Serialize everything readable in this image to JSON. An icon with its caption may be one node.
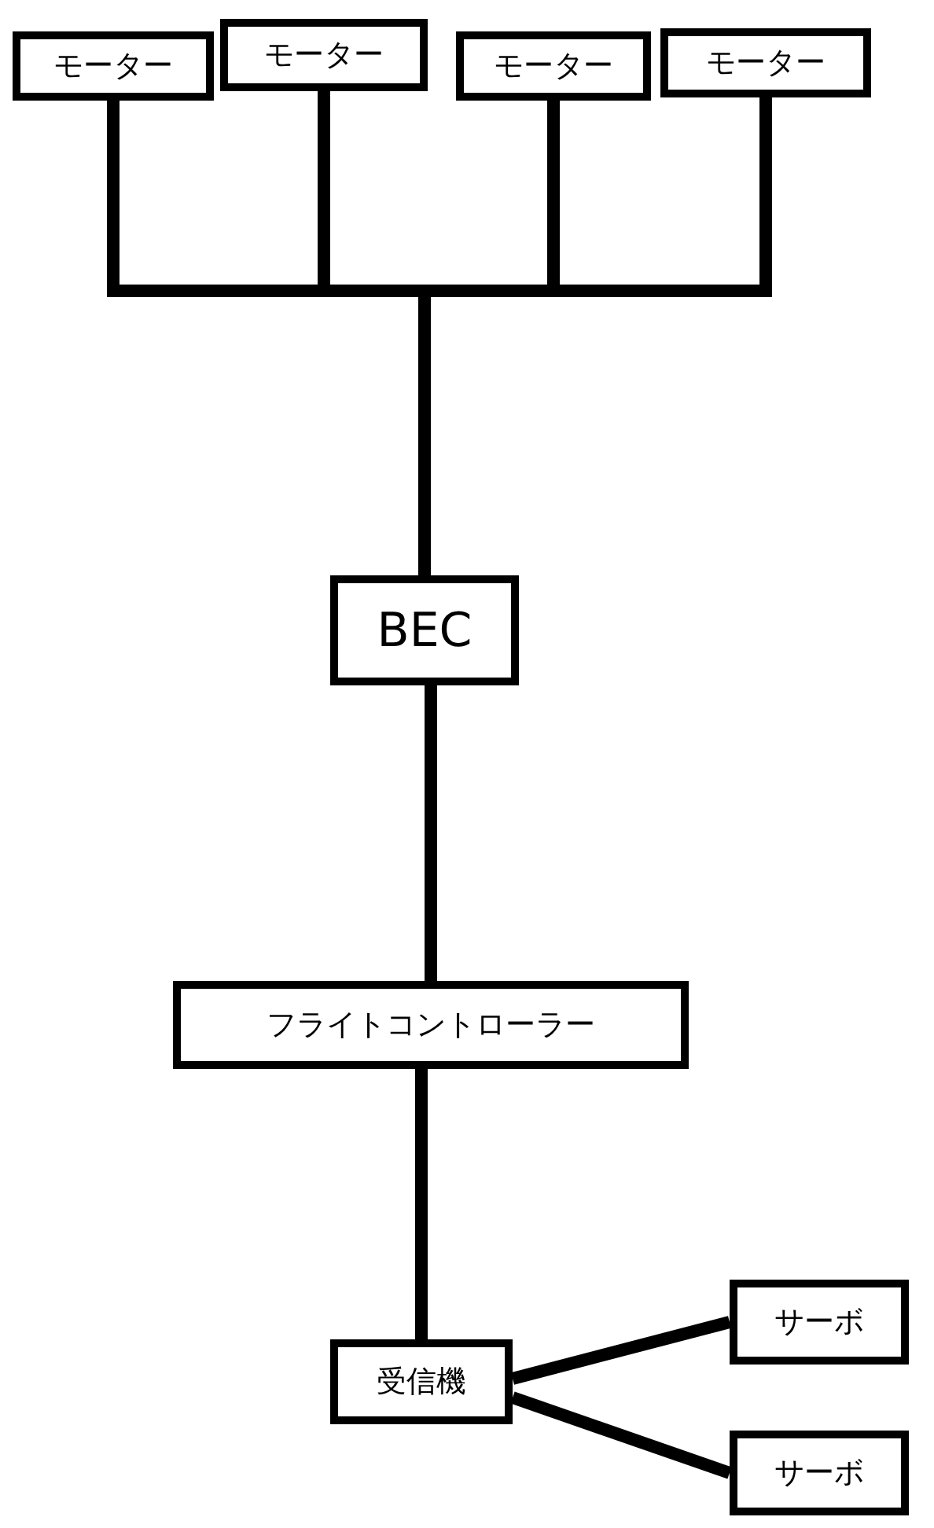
{
  "diagram": {
    "nodes": [
      {
        "text": [
          "モーター"
        ]
      },
      {
        "text": [
          "モーター"
        ]
      },
      {
        "text": [
          "モーター"
        ]
      },
      {
        "text": [
          "モーター"
        ]
      },
      {
        "text": [
          "BEC"
        ]
      },
      {
        "text": [
          "フライトコントローラー"
        ]
      },
      {
        "text": [
          "受信機"
        ]
      },
      {
        "text": [
          "サーボ"
        ]
      },
      {
        "text": [
          "サーボ"
        ]
      }
    ],
    "edges": [
      {
        "from": 0,
        "to": 4,
        "arrow": "none"
      },
      {
        "from": 1,
        "to": 4,
        "arrow": "none"
      },
      {
        "from": 2,
        "to": 4,
        "arrow": "none"
      },
      {
        "from": 3,
        "to": 4,
        "arrow": "none"
      },
      {
        "from": 4,
        "to": 5,
        "arrow": "none"
      },
      {
        "from": 5,
        "to": 6,
        "arrow": "none"
      },
      {
        "from": 6,
        "to": 7,
        "arrow": "none"
      },
      {
        "from": 6,
        "to": 8,
        "arrow": "none"
      }
    ]
  }
}
